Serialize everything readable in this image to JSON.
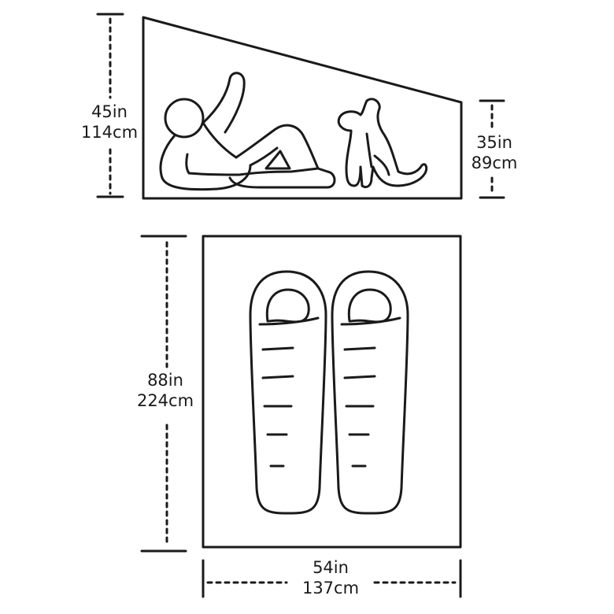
{
  "diagram": {
    "side_profile": {
      "peak_height": {
        "imperial": "45in",
        "metric": "114cm"
      },
      "end_height": {
        "imperial": "35in",
        "metric": "89cm"
      }
    },
    "floor_plan": {
      "length": {
        "imperial": "88in",
        "metric": "224cm"
      },
      "width": {
        "imperial": "54in",
        "metric": "137cm"
      }
    },
    "colors": {
      "stroke": "#1a1a1a",
      "background": "#ffffff"
    },
    "icons": [
      "person-reclining-icon",
      "dog-sitting-icon",
      "sleeping-bag-icon"
    ]
  }
}
